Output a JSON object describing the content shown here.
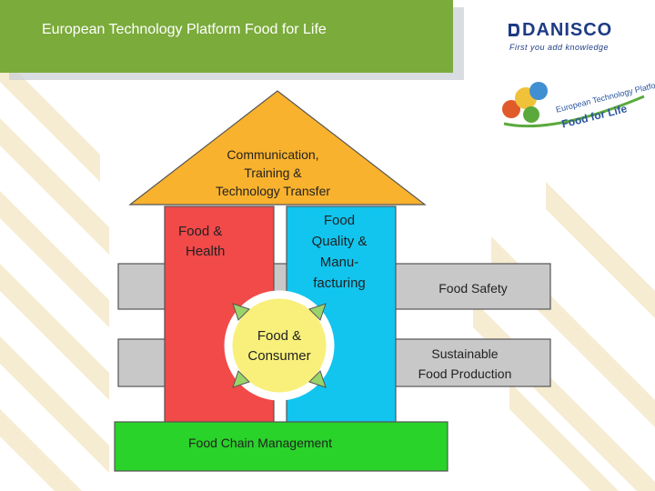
{
  "header": {
    "title": "European Technology Platform Food for Life"
  },
  "logo": {
    "name": "DANISCO",
    "tagline": "First you add knowledge"
  },
  "emblem": {
    "line1": "European Technology Platform",
    "line2": "Food for Life"
  },
  "diagram": {
    "roof": [
      "Communication,",
      "Training &",
      "Technology Transfer"
    ],
    "pillar_left": [
      "Food &",
      "Health"
    ],
    "pillar_right": [
      "Food",
      "Quality &",
      "Manu-",
      "facturing"
    ],
    "center": [
      "Food &",
      "Consumer"
    ],
    "band_top": "Food Safety",
    "band_bottom": [
      "Sustainable",
      "Food Production"
    ],
    "base": "Food Chain Management"
  },
  "colors": {
    "header": "#7bab3b",
    "roof": "#f9b22d",
    "pillar_left": "#f24949",
    "pillar_right": "#11c5ef",
    "center": "#f8f07a",
    "bands": "#c8c8c8",
    "base": "#29d329"
  }
}
